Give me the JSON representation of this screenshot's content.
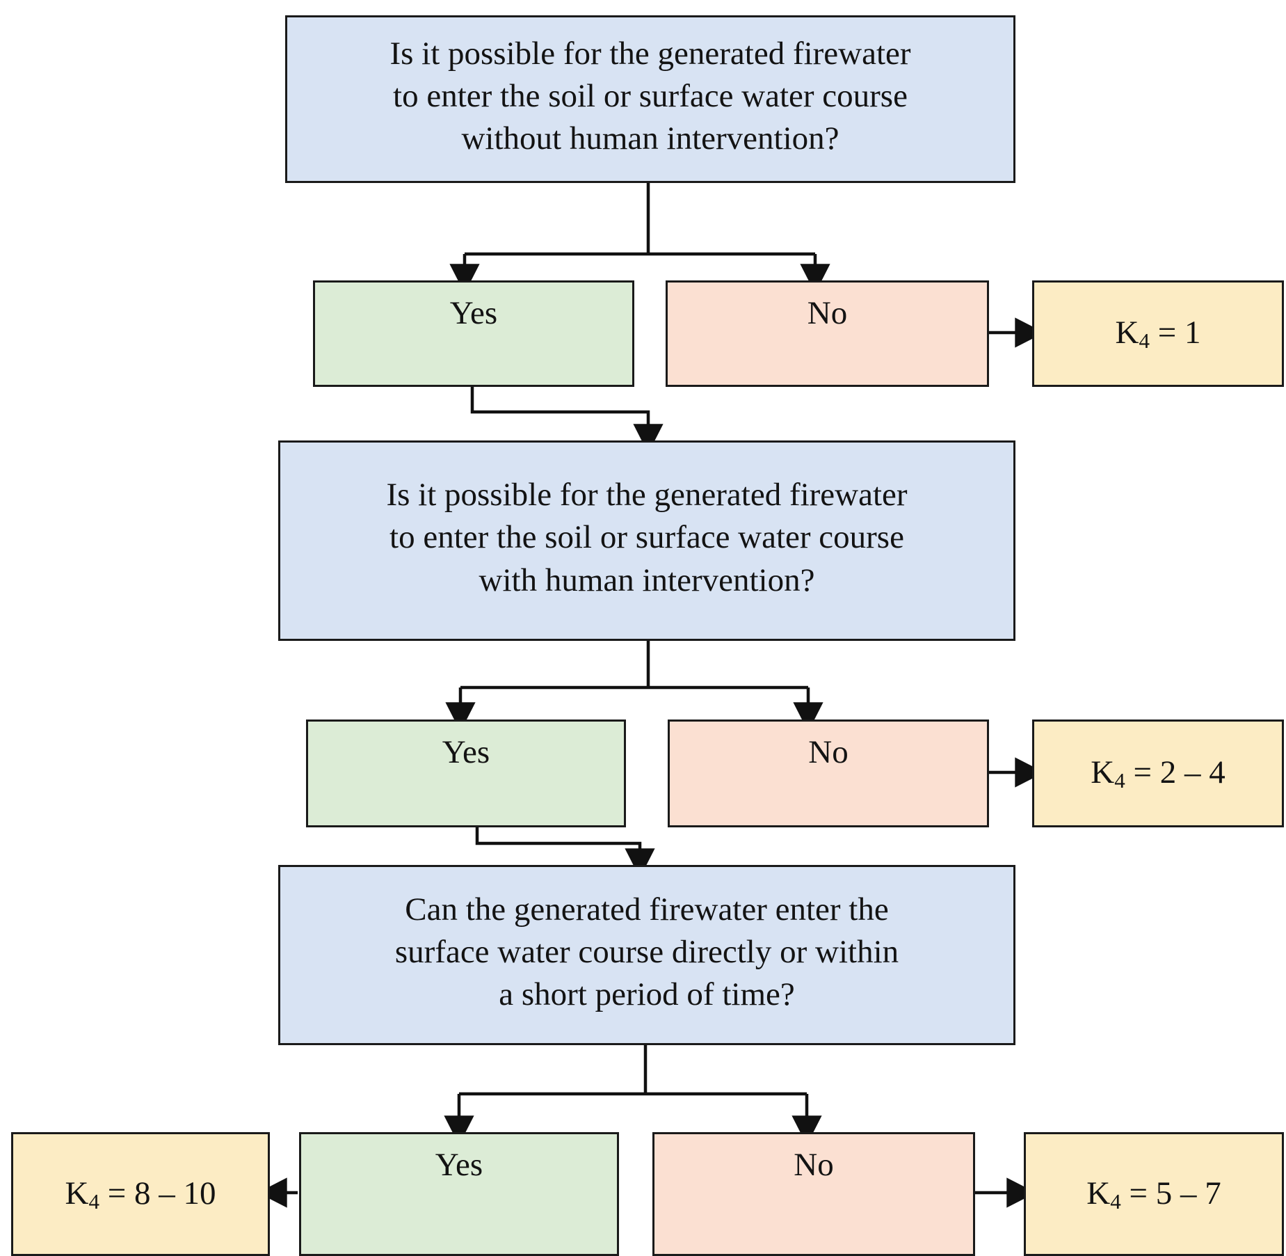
{
  "diagram": {
    "title": "Firewater pathway decision flowchart for K4 scoring",
    "colors": {
      "question_fill": "#d8e3f3",
      "yes_fill": "#dcecd6",
      "no_fill": "#fbe0d2",
      "result_fill": "#fcecc4",
      "stroke": "#1a1a1a",
      "text": "#131313",
      "background": "#ffffff"
    },
    "questions": [
      {
        "id": "q1",
        "line1": "Is it possible for the generated firewater",
        "line2": "to enter the soil or surface water course",
        "line3": "without human intervention?"
      },
      {
        "id": "q2",
        "line1": "Is it possible for the generated firewater",
        "line2": "to enter the soil or surface water course",
        "line3": "with human intervention?"
      },
      {
        "id": "q3",
        "line1": "Can the generated firewater enter the",
        "line2": "surface water course directly or within",
        "line3": "a short period of time?"
      }
    ],
    "branches": [
      {
        "id": "b1",
        "yes_label": "Yes",
        "no_label": "No"
      },
      {
        "id": "b2",
        "yes_label": "Yes",
        "no_label": "No"
      },
      {
        "id": "b3",
        "yes_label": "Yes",
        "no_label": "No"
      }
    ],
    "results": [
      {
        "id": "r1",
        "var": "K",
        "sub": "4",
        "value": "= 1"
      },
      {
        "id": "r2",
        "var": "K",
        "sub": "4",
        "value": "= 2 – 4"
      },
      {
        "id": "r3",
        "var": "K",
        "sub": "4",
        "value": "= 5 – 7"
      },
      {
        "id": "r4",
        "var": "K",
        "sub": "4",
        "value": "= 8 – 10"
      }
    ]
  }
}
